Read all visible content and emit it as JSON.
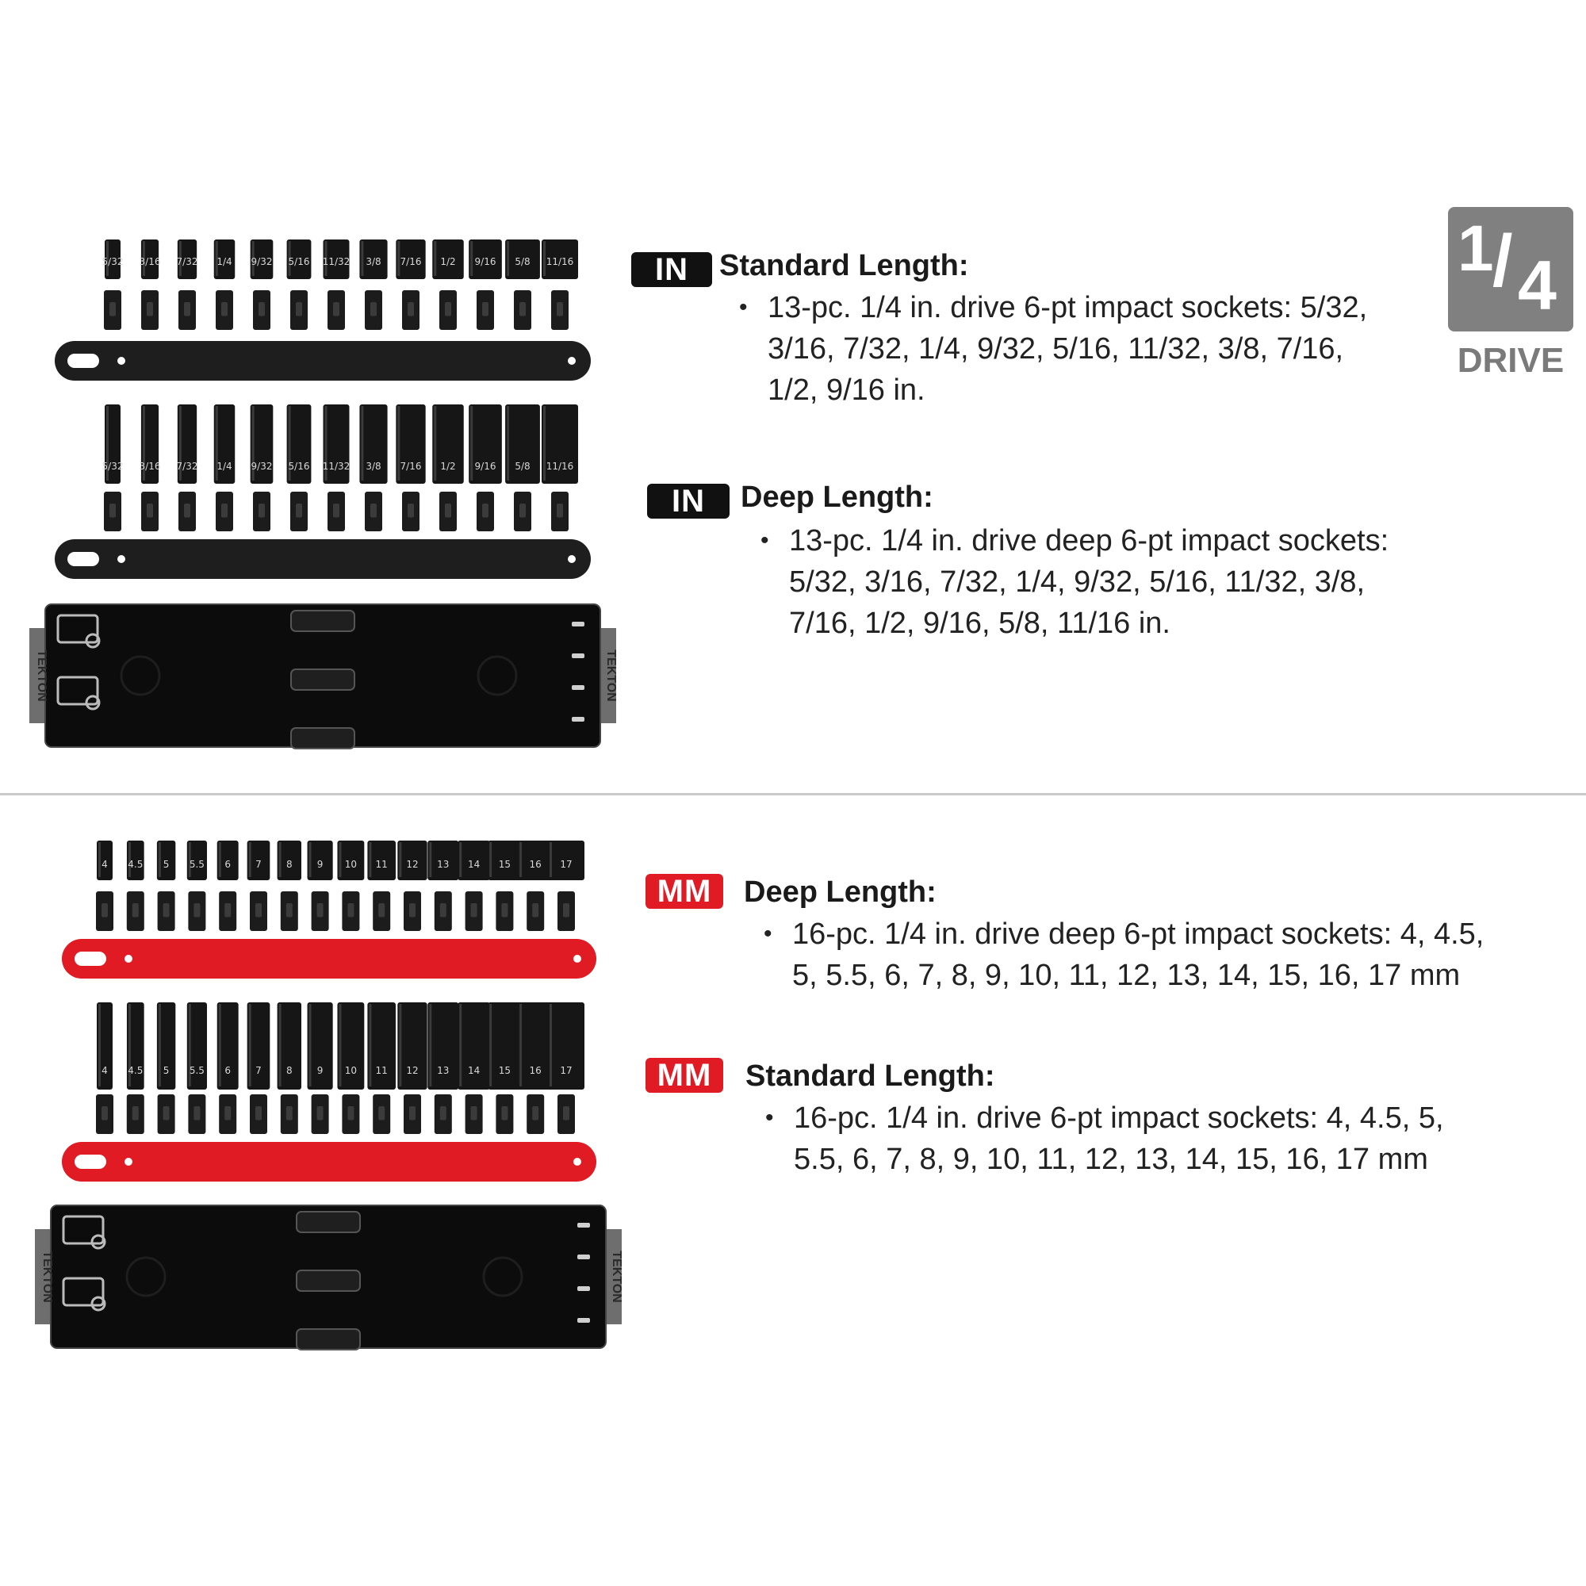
{
  "drive_badge": {
    "numerator": "1",
    "slash": "/",
    "denominator": "4",
    "label": "DRIVE"
  },
  "brand": "TEKTON",
  "colors": {
    "inch_tag": "#111111",
    "metric_tag": "#e01b24",
    "inch_rail": "#1e1e1e",
    "metric_rail": "#e01b24",
    "tray": "#0c0c0c"
  },
  "sections": [
    {
      "tag": "IN",
      "heading": "Standard Length:",
      "lines": [
        "13-pc. 1/4 in. drive 6-pt impact sockets: 5/32,",
        "3/16, 7/32, 1/4, 9/32, 5/16, 11/32, 3/8, 7/16,",
        "1/2, 9/16 in."
      ]
    },
    {
      "tag": "IN",
      "heading": "Deep Length:",
      "lines": [
        "13-pc. 1/4 in. drive deep 6-pt impact sockets:",
        "5/32, 3/16, 7/32, 1/4, 9/32, 5/16, 11/32, 3/8,",
        "7/16, 1/2, 9/16, 5/8, 11/16 in."
      ]
    },
    {
      "tag": "MM",
      "heading": "Deep Length:",
      "lines": [
        "16-pc. 1/4 in. drive deep 6-pt impact sockets: 4, 4.5,",
        "5, 5.5, 6, 7, 8, 9, 10, 11, 12, 13, 14, 15, 16, 17 mm"
      ]
    },
    {
      "tag": "MM",
      "heading": "Standard Length:",
      "lines": [
        "16-pc. 1/4 in. drive 6-pt impact sockets: 4, 4.5, 5,",
        "5.5, 6, 7, 8, 9, 10, 11, 12, 13, 14, 15, 16, 17 mm"
      ]
    }
  ],
  "inch_socket_sizes": [
    "5/32",
    "3/16",
    "7/32",
    "1/4",
    "9/32",
    "5/16",
    "11/32",
    "3/8",
    "7/16",
    "1/2",
    "9/16",
    "5/8",
    "11/16"
  ],
  "metric_socket_sizes": [
    "4",
    "4.5",
    "5",
    "5.5",
    "6",
    "7",
    "8",
    "9",
    "10",
    "11",
    "12",
    "13",
    "14",
    "15",
    "16",
    "17"
  ]
}
